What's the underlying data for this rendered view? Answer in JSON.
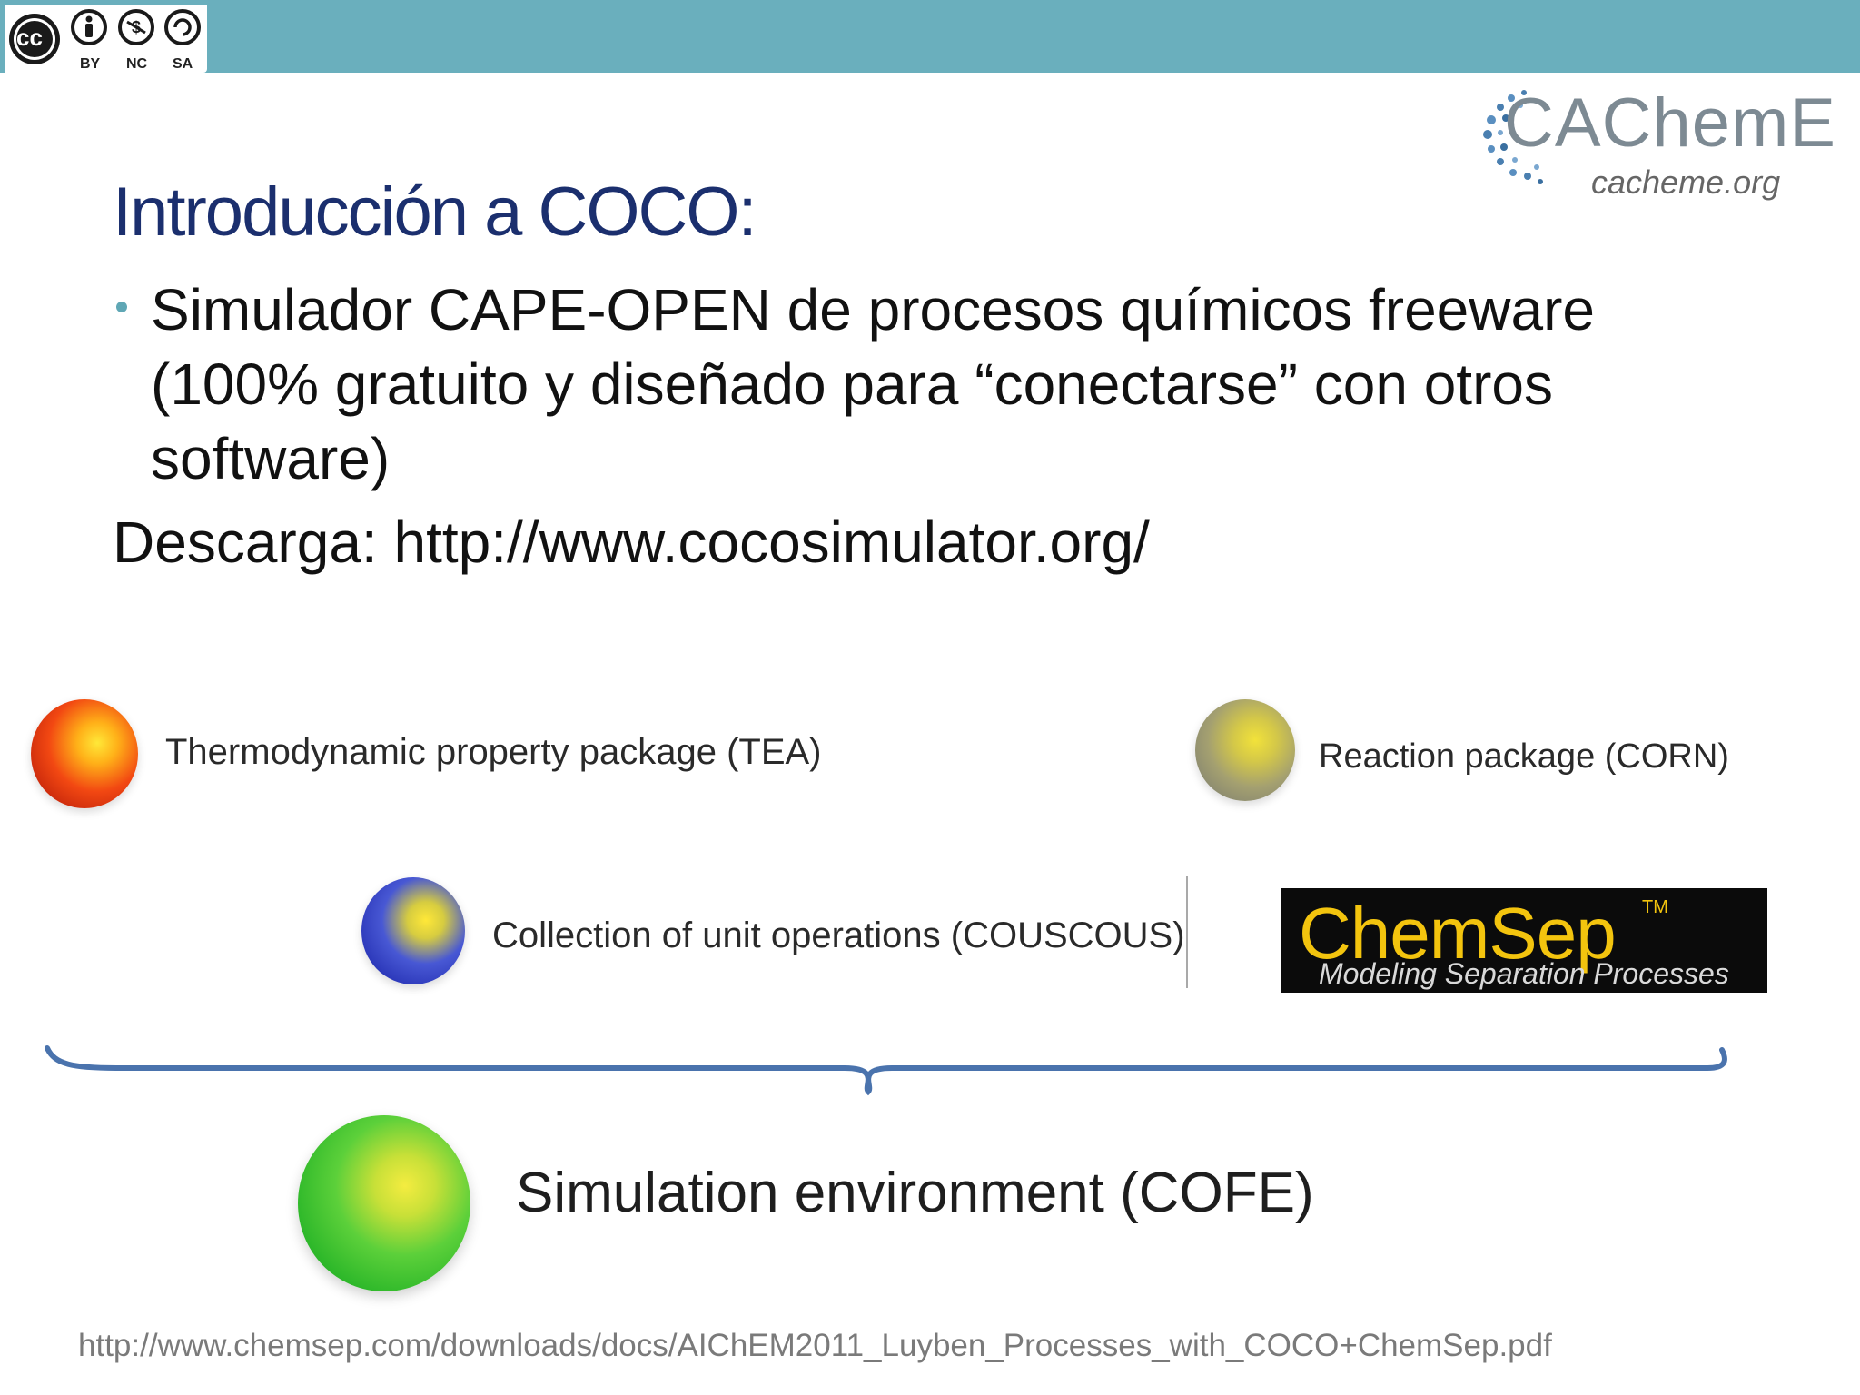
{
  "license": {
    "cc": "cc",
    "by": "BY",
    "nc": "NC",
    "sa": "SA"
  },
  "logo": {
    "name": "CAChemE",
    "url": "cacheme.org"
  },
  "slide": {
    "title": "Introducción a COCO:",
    "bullet": "Simulador CAPE-OPEN de procesos químicos freeware (100% gratuito y diseñado para “conectarse” con otros software)",
    "download": "Descarga: http://www.cocosimulator.org/"
  },
  "diagram": {
    "components": [
      {
        "label": "Thermodynamic property package (TEA)",
        "color": "#e03a12"
      },
      {
        "label": "Reaction package (CORN)",
        "color": "#9a9a6a"
      },
      {
        "label": "Collection of unit operations (COUSCOUS)",
        "color": "#2c3cc4"
      },
      {
        "label": "Simulation environment (COFE)",
        "color": "#34c02a"
      }
    ],
    "chemsep": {
      "name": "ChemSep",
      "tm": "TM",
      "tagline": "Modeling Separation Processes"
    }
  },
  "source": "http://www.chemsep.com/downloads/docs/AIChEM2011_Luyben_Processes_with_COCO+ChemSep.pdf"
}
